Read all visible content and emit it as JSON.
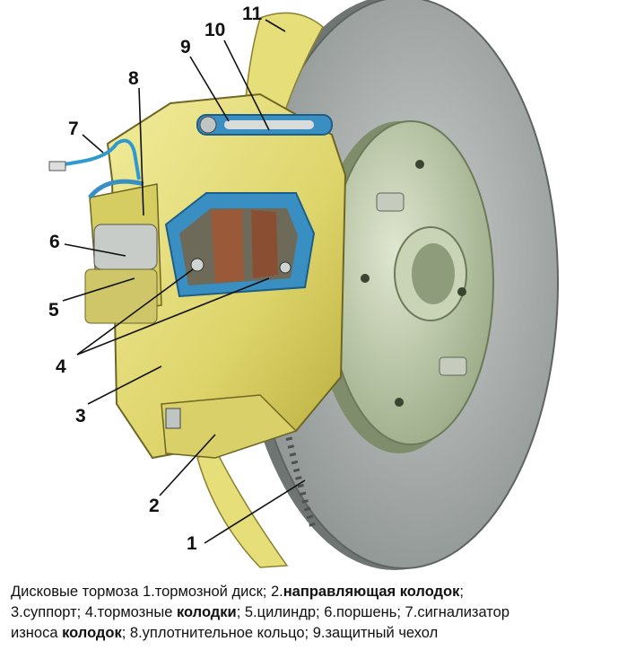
{
  "labels": [
    "1",
    "2",
    "3",
    "4",
    "5",
    "6",
    "7",
    "8",
    "9",
    "10",
    "11"
  ],
  "caption": {
    "line1_a": "Дисковые тормоза 1.тормозной диск; 2.",
    "line1_b": "направляющая колодок",
    "line1_c": ";",
    "line2_a": "3.суппорт; 4.тормозные ",
    "line2_b": "колодки",
    "line2_c": "; 5.цилиндр; 6.поршень; 7.сигнализатор",
    "line3_a": "износа ",
    "line3_b": "колодок",
    "line3_c": "; 8.уплотнительное кольцо; 9.защитный чехол"
  },
  "colors": {
    "caliper_yellow": "#e4dc78",
    "disc_gray": "#a8aeab",
    "hub_green": "#b9c7a2",
    "seal_blue": "#2f9ad0",
    "pad_brown": "#9a5a3a"
  }
}
